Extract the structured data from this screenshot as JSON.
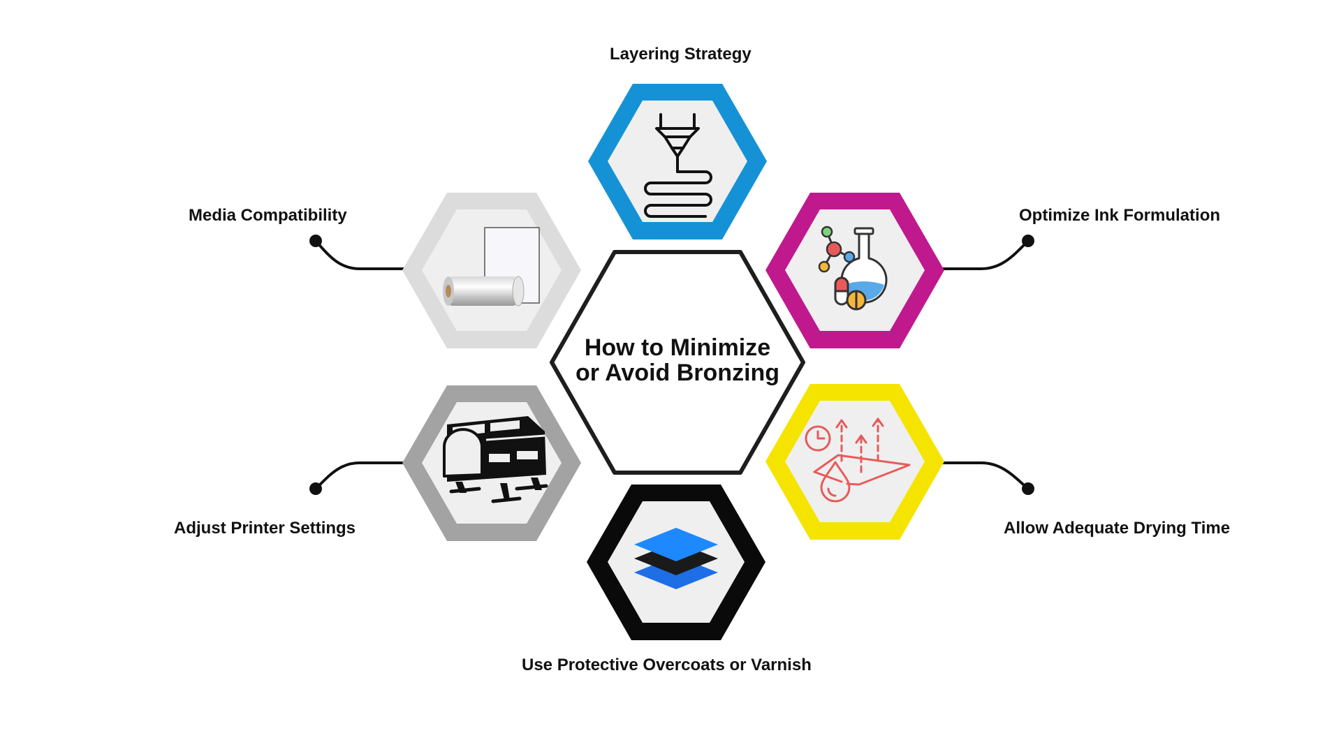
{
  "title": {
    "line1": "How to Minimize",
    "line2": "or Avoid Bronzing"
  },
  "nodes": [
    {
      "id": "layering",
      "label": "Layering Strategy",
      "color": "#1592d6",
      "icon": "3d-printer-nozzle-icon"
    },
    {
      "id": "ink",
      "label": "Optimize Ink Formulation",
      "color": "#c0198e",
      "icon": "chemistry-flask-icon"
    },
    {
      "id": "drying",
      "label": "Allow Adequate Drying Time",
      "color": "#f4e400",
      "icon": "evaporation-drop-icon"
    },
    {
      "id": "overcoat",
      "label": "Use Protective Overcoats or Varnish",
      "color": "#0a0a0a",
      "icon": "layers-stack-icon"
    },
    {
      "id": "printer",
      "label": "Adjust Printer Settings",
      "color": "#a3a3a3",
      "icon": "wide-format-printer-icon"
    },
    {
      "id": "media",
      "label": "Media Compatibility",
      "color": "#dcdcdc",
      "icon": "film-roll-and-sheet-icon"
    }
  ],
  "colors": {
    "hex_fill": "#efefef",
    "center_stroke": "#1e1e1e",
    "connector": "#111111",
    "accent_red": "#e85a5a",
    "accent_blue": "#1e88ff"
  }
}
